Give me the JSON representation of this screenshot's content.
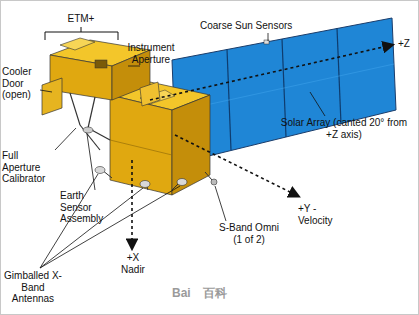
{
  "diagram": {
    "labels": [
      "ETM+",
      "Instrument Aperture",
      "Coarse Sun Sensors",
      "+Z",
      "Cooler Door (open)",
      "Full Aperture Calibrator",
      "Earth Sensor Assembly",
      "Solar Array (canted 20° from +Z axis)",
      "S-Band Omni (1 of 2)",
      "+Y -Velocity",
      "Gimballed X-Band Antennas",
      "+X Nadir",
      "Bai",
      "百科"
    ]
  }
}
